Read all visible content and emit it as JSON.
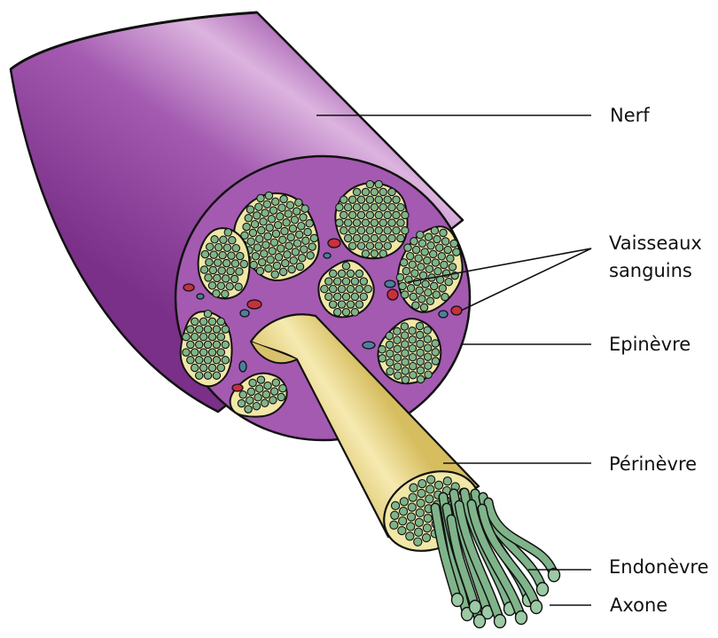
{
  "labels": {
    "nerf": "Nerf",
    "vaisseaux_line1": "Vaisseaux",
    "vaisseaux_line2": "sanguins",
    "epinevre": "Epinèvre",
    "perinevre": "Périnèvre",
    "endonevre": "Endonèvre",
    "axone": "Axone"
  },
  "colors": {
    "nerve_sheath": "#9a4fa6",
    "nerve_highlight": "#d9b0dc",
    "nerve_face": "#a45ab0",
    "fascicle_fill": "#f1e7a6",
    "axon_green": "#7fb48a",
    "artery_red": "#c8303c",
    "vein_blue": "#4d7fa0",
    "perineurium_tube": "#e9d889",
    "outline": "#111111"
  }
}
